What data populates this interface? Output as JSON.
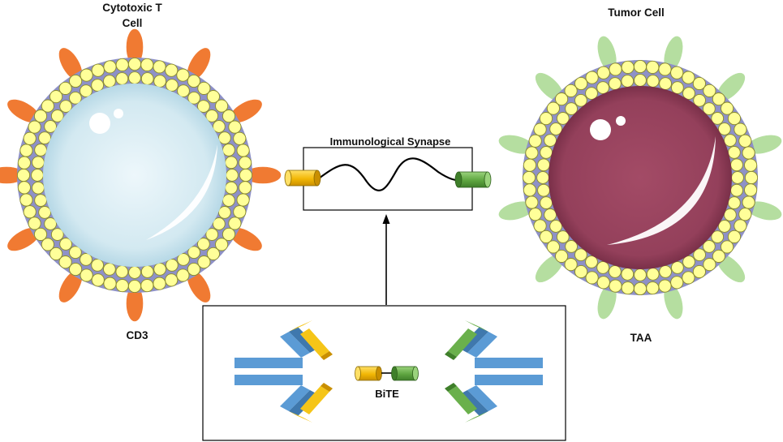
{
  "labels": {
    "tcell_line1": "Cytotoxic T",
    "tcell_line2": "Cell",
    "tumor": "Tumor Cell",
    "synapse": "Immunological Synapse",
    "cd3": "CD3",
    "taa": "TAA",
    "bite": "BiTE"
  },
  "colors": {
    "bilayer": "#8e91c7",
    "lipid_head": "#ffff99",
    "lipid_stroke": "#8a8a2a",
    "tcell_interior": "#d8ecf3",
    "tcell_receptor": "#f07a32",
    "tumor_interior": "#9b4660",
    "tumor_receptor": "#b5dea0",
    "antibody_blue": "#5b9bd5",
    "antibody_blue_dark": "#3f78ad",
    "fragment_yellow": "#f5c518",
    "fragment_green": "#6ab04c"
  },
  "cells": {
    "tcell": {
      "receptor_count": 12,
      "receptor_offset_deg": 0
    },
    "tumor": {
      "receptor_count": 12,
      "receptor_offset_deg": 15
    }
  }
}
